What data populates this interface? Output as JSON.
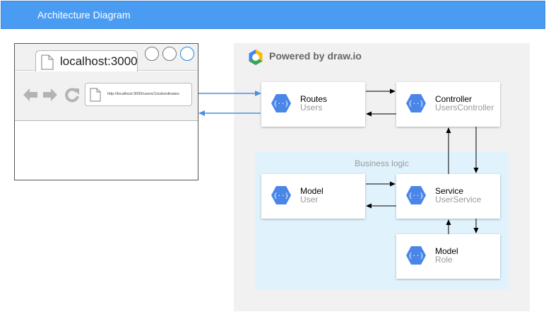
{
  "header": {
    "title": "Architecture Diagram"
  },
  "browser": {
    "tab_title": "localhost:3000",
    "url": "http://localhost:3000/users/1/subordinates"
  },
  "drawio": {
    "powered_by": "Powered by draw.io"
  },
  "group": {
    "label": "Business logic"
  },
  "nodes": {
    "routes": {
      "title": "Routes",
      "subtitle": "Users"
    },
    "controller": {
      "title": "Controller",
      "subtitle": "UsersController"
    },
    "model_user": {
      "title": "Model",
      "subtitle": "User"
    },
    "service": {
      "title": "Service",
      "subtitle": "UserService"
    },
    "model_role": {
      "title": "Model",
      "subtitle": "Role"
    }
  },
  "colors": {
    "header": "#4a9cf2",
    "request_arrow": "#4a90e2",
    "hex_icon": "#4a86e8",
    "container": "#f1f1f1",
    "group_fill": "#e0f3fd"
  },
  "icons": {
    "node": "gcp-hexagon-icon",
    "logo": "drawio-logo-icon"
  }
}
